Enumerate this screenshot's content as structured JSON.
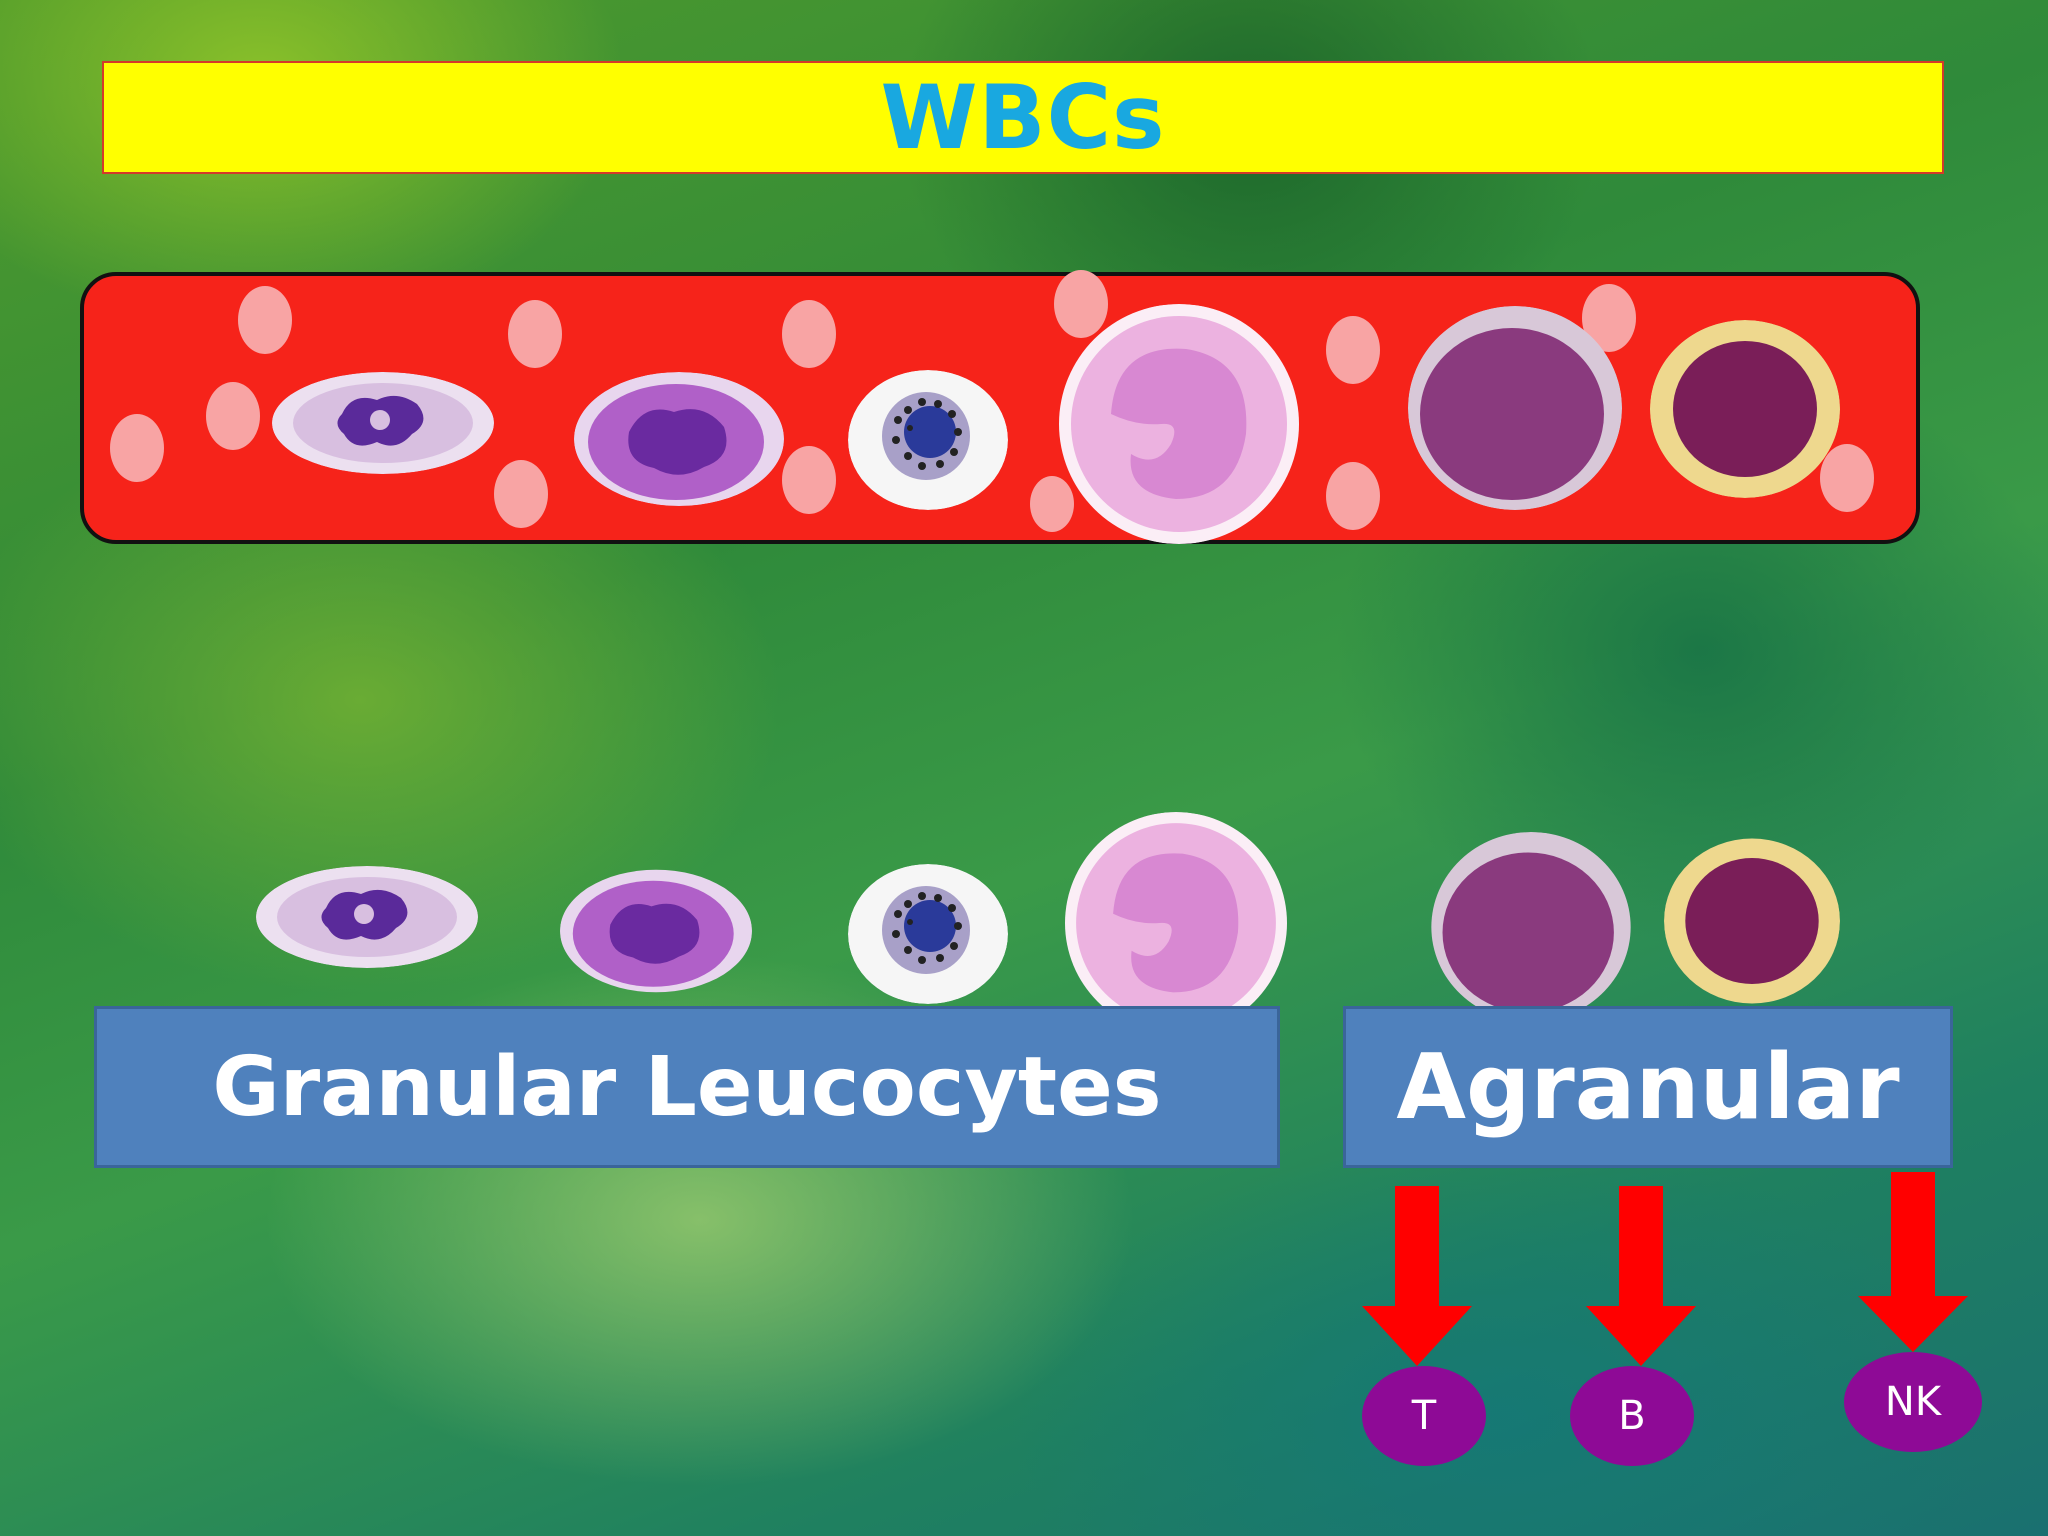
{
  "title": "WBCs",
  "categories": {
    "granular": "Granular Leucocytes",
    "agranular": "Agranular"
  },
  "agranular_subtypes": [
    "T",
    "B",
    "NK"
  ],
  "colors": {
    "title_background": "#ffff00",
    "title_text": "#19a8e0",
    "vessel": "#f6231a",
    "rbc": "#f8a4a4",
    "label_box": "#4f81bd",
    "arrow": "#ff0000",
    "subtype_circle": "#8e0a96"
  },
  "cell_icons": [
    "neutrophil-cell-icon",
    "eosinophil-cell-icon",
    "basophil-cell-icon",
    "monocyte-cell-icon",
    "lymphocyte-large-cell-icon",
    "lymphocyte-small-cell-icon"
  ]
}
